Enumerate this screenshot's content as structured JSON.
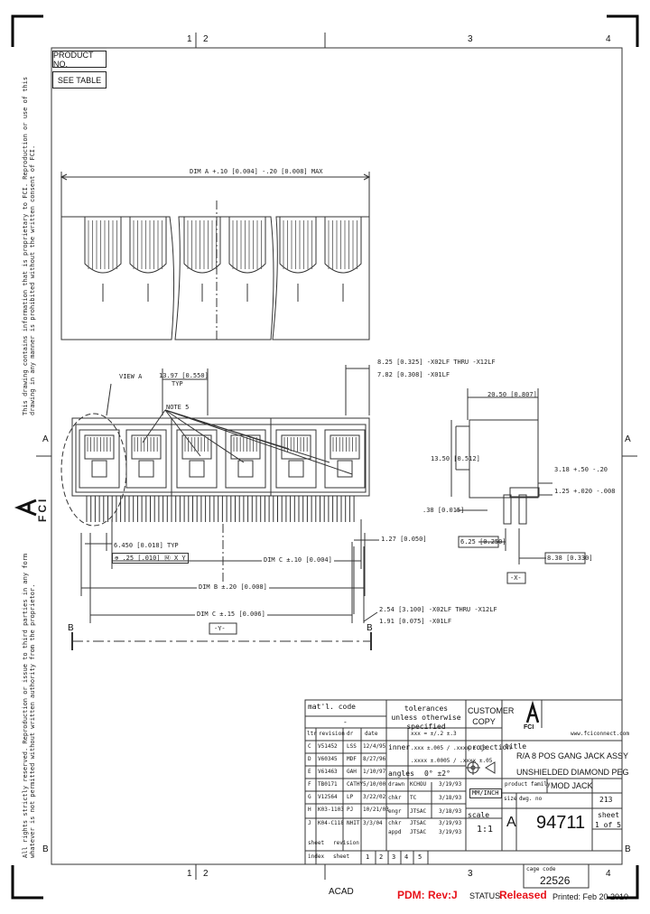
{
  "zones": {
    "top": [
      "1",
      "2",
      "3",
      "4"
    ],
    "bottom": [
      "1",
      "2",
      "3",
      "4"
    ],
    "left": [
      "A",
      "B"
    ],
    "right": [
      "A",
      "B"
    ]
  },
  "product_box": {
    "label": "PRODUCT NO.",
    "value": "SEE TABLE"
  },
  "side_notice_top": "This drawing contains information that is proprietary to FCI. Reproduction or use of this drawing in any manner is prohibited without the written consent of FCI.",
  "side_notice_bottom": "All rights strictly reserved. Reproduction or issue to third parties in any form whatever is not permitted without written authority from the proprietor.",
  "side_logo": "FCI",
  "dimensions": {
    "dim_a": "DIM A +.10 [0.004] -.20 [0.008]  MAX",
    "view_a": "VIEW A",
    "d1397": "13.97 [0.550]",
    "typ": "TYP",
    "note5": "NOTE 5",
    "d825": "8.25 [0.325] -X02LF THRU -X12LF",
    "d782": "7.82 [0.308] -X01LF",
    "d2050": "20.50 [0.807]",
    "d1350": "13.50 [0.512]",
    "d318": "3.18 +.50 -.20",
    "d125": "1.25 +.020 -.008",
    "d38": ".38 [0.015]",
    "d6450": "6.450 [0.018] TYP",
    "tol": "⊕ .25 [.010] Ⓜ X Y",
    "d127": "1.27 [0.050]",
    "d625": "6.25 [0.250]",
    "d838": "8.38 [0.330]",
    "datum_x": "-X-",
    "dim_c_top": "DIM C ±.10 [0.004]",
    "dim_b": "DIM B ±.20 [0.008]",
    "dim_c_bottom": "DIM C ±.15 [0.006]",
    "datum_y": "-Y-",
    "d254": "2.54 [3.100] -X02LF THRU -X12LF",
    "d191": "1.91 [0.075] -X01LF",
    "section_b": "B"
  },
  "title_block": {
    "matl_code": "mat'l. code",
    "matl_value": "-",
    "tolerances_title": "tolerances unless otherwise specified",
    "tol_lin1": "xxx = ±/.2 ±.3",
    "tol_lin2": ".xxx ±.005 / .xxxx ±.13",
    "tol_lin3": ".xxxx ±.0005 / .xxxx ±.05",
    "angles_label": "angles",
    "angles_value": "0° ±2°",
    "customer_copy": "CUSTOMER COPY",
    "company_logo": "FCI",
    "website": "www.fciconnect.com",
    "title_label": "title",
    "title_line1": "R/A 8 POS GANG JACK ASSY",
    "title_line2": "UNSHIELDED DIAMOND PEG",
    "projection_label": "projection",
    "product_family_label": "product family",
    "product_family": "MOD JACK",
    "size_label": "size",
    "size": "A",
    "dwg_no_label": "dwg. no",
    "dwg_no": "94711",
    "sheet_no": "213",
    "sheet_label": "sheet",
    "sheet_value": "1 of 5",
    "scale_label": "scale",
    "scale_value": "1:1",
    "units": "MM/INCH",
    "rev_headers": [
      "ltr",
      "revision",
      "dr",
      "date"
    ],
    "revisions": [
      {
        "ltr": "C",
        "rev": "V51452",
        "dr": "LSS",
        "date": "12/4/95"
      },
      {
        "ltr": "D",
        "rev": "V60345",
        "dr": "MDF",
        "date": "8/27/96"
      },
      {
        "ltr": "E",
        "rev": "V61463",
        "dr": "GAH",
        "date": "1/10/97"
      },
      {
        "ltr": "F",
        "rev": "TB0171",
        "dr": "CATHY",
        "date": "5/10/00"
      },
      {
        "ltr": "G",
        "rev": "V12564",
        "dr": "LP",
        "date": "3/22/02"
      },
      {
        "ltr": "H",
        "rev": "K03-1103",
        "dr": "PJ",
        "date": "10/21/03"
      },
      {
        "ltr": "J",
        "rev": "K04-C118",
        "dr": "NHIT",
        "date": "3/3/04"
      }
    ],
    "sign_roles": [
      "drawn",
      "chkr",
      "engr",
      "chkr",
      "appd"
    ],
    "sign_names": [
      "KCHOU",
      "TC",
      "JTSAC",
      "JTSAC",
      "JTSAC"
    ],
    "sign_dates": [
      "3/19/93",
      "3/18/93",
      "3/18/93",
      "3/19/93",
      "3/19/93"
    ],
    "inner_label": "inner",
    "sheet_row_label": "sheet",
    "revision_row_label": "revision",
    "index_label": "index",
    "sheet_row": [
      "1",
      "2",
      "3",
      "4",
      "5"
    ]
  },
  "cage_code_label": "cage code",
  "cage_code": "22526",
  "footer": {
    "acad": "ACAD",
    "pdm": "PDM: Rev:J",
    "status_label": "STATUS:",
    "status_value": "Released",
    "printed": "Printed: Feb 20 2010"
  },
  "colors": {
    "pdm": "#e8121a",
    "status": "#e8121a",
    "line": "#222222"
  }
}
